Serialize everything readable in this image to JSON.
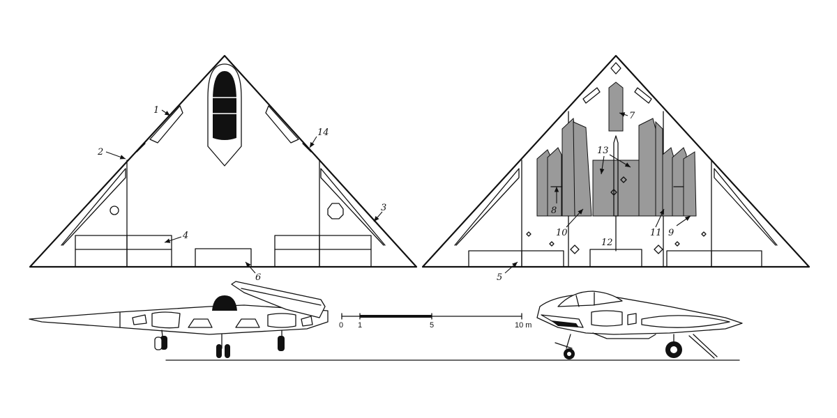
{
  "plan_left": {
    "callouts": [
      "1",
      "2",
      "3",
      "4",
      "6",
      "14"
    ]
  },
  "plan_right": {
    "callouts": [
      "5",
      "7",
      "8",
      "9",
      "10",
      "11",
      "12",
      "13"
    ]
  },
  "scale_bar": {
    "ticks": [
      "0",
      "1",
      "5",
      "10 m"
    ]
  }
}
